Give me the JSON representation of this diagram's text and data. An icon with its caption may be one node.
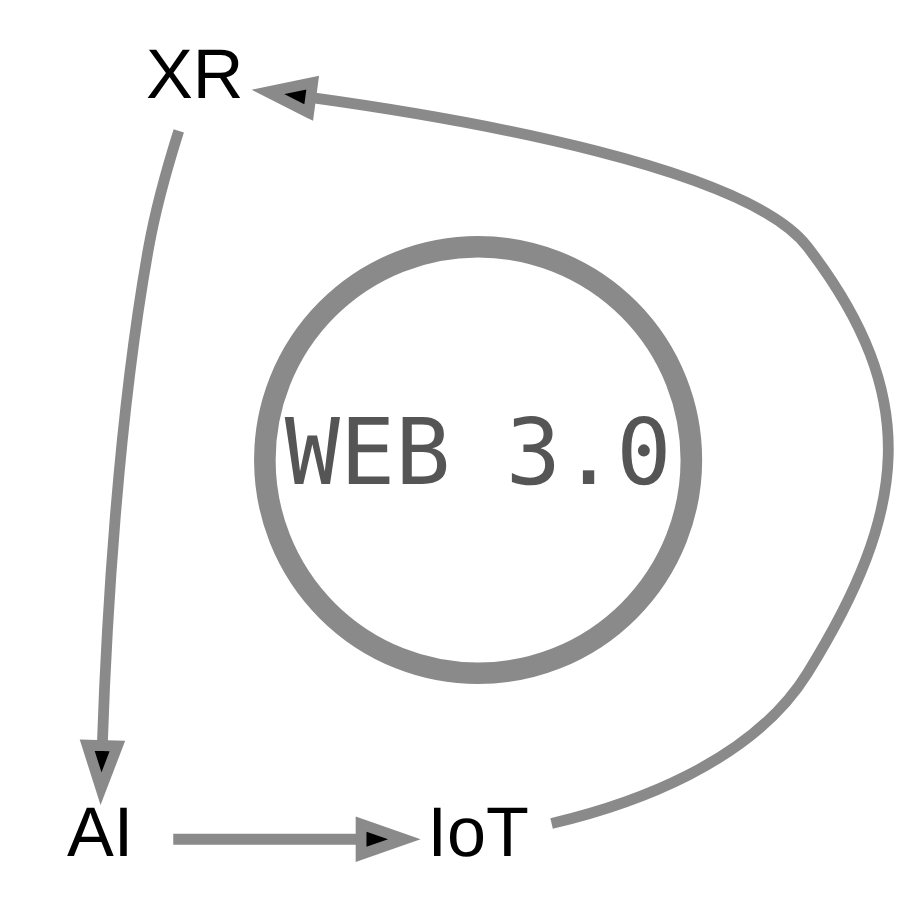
{
  "diagram": {
    "nodes": [
      {
        "text": [
          "WEB 3.0"
        ]
      },
      {
        "text": [
          "XR"
        ]
      },
      {
        "text": [
          "AI"
        ]
      },
      {
        "text": [
          "IoT"
        ]
      }
    ],
    "edges": [
      {
        "from": 1,
        "to": 2,
        "arrow": "to"
      },
      {
        "from": 2,
        "to": 3,
        "arrow": "to"
      },
      {
        "from": 3,
        "to": 1,
        "arrow": "to"
      }
    ]
  }
}
